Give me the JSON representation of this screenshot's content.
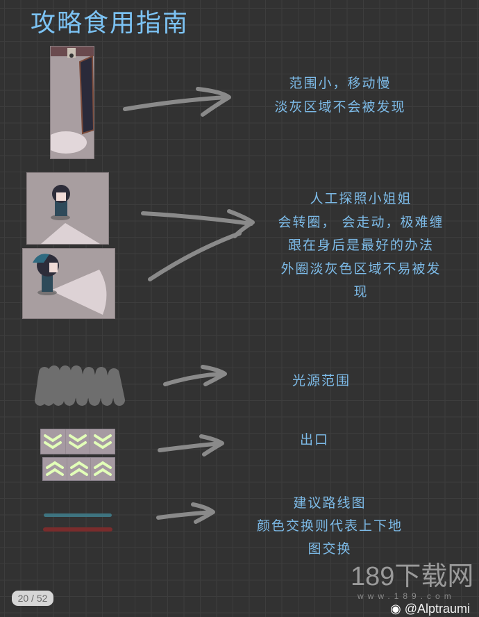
{
  "title": "攻略食用指南",
  "sections": [
    {
      "lines": [
        "范围小，移动慢",
        "淡灰区域不会被发现"
      ]
    },
    {
      "lines": [
        "人工探照小姐姐",
        "会转圈， 会走动，极难缠",
        "跟在身后是最好的办法",
        "外圈淡灰色区域不易被发",
        "现"
      ]
    },
    {
      "lines": [
        "光源范围"
      ]
    },
    {
      "lines": [
        "出口"
      ]
    },
    {
      "lines": [
        "建议路线图",
        "颜色交换则代表上下地",
        "图交换"
      ]
    }
  ],
  "colors": {
    "text": "#7dbbe8",
    "route_line_1": "#3e7480",
    "route_line_2": "#7a2c2c",
    "exit_arrow": "#dfffb0"
  },
  "page_indicator": "20 / 52",
  "watermark": {
    "site": "189下载网",
    "sub": "www.189.com",
    "weibo": "@Alptraumi"
  }
}
